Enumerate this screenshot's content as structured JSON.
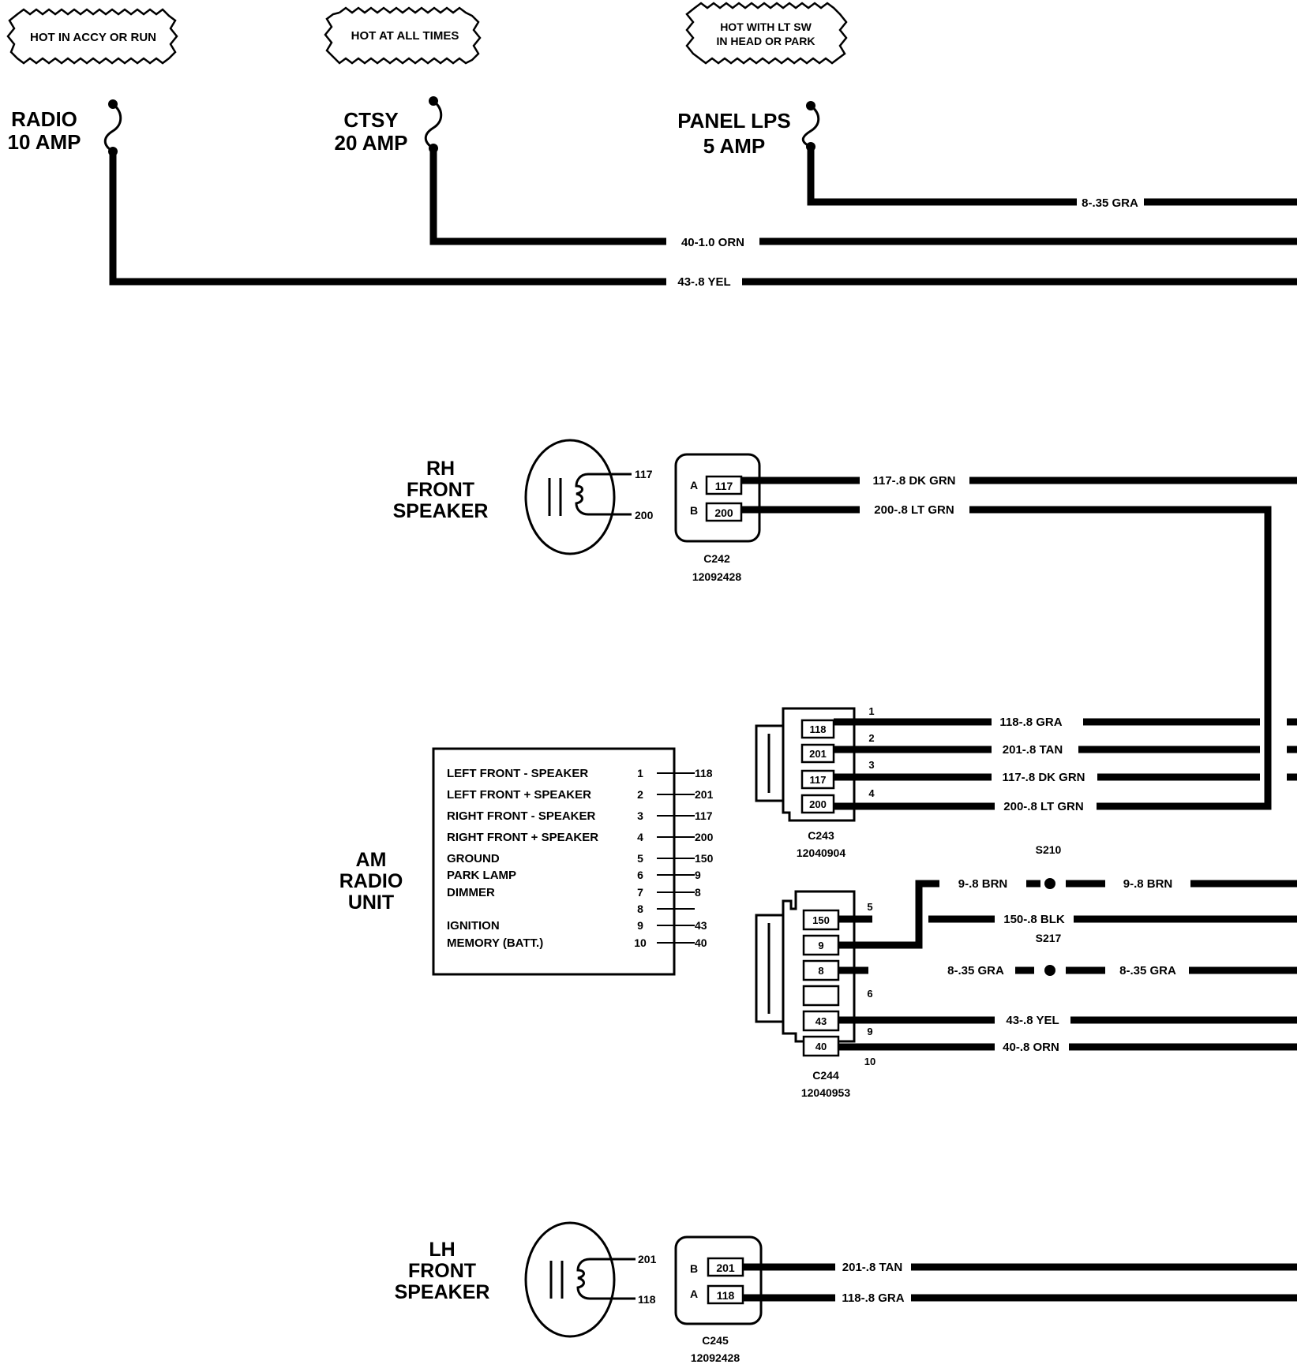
{
  "fuses": {
    "radio": {
      "line1": "RADIO",
      "line2": "10 AMP",
      "power": "HOT IN ACCY OR RUN"
    },
    "ctsy": {
      "line1": "CTSY",
      "line2": "20 AMP",
      "power": "HOT AT ALL TIMES"
    },
    "panel": {
      "line1": "PANEL LPS",
      "line2": "5 AMP",
      "power1": "HOT WITH LT SW",
      "power2": "IN HEAD OR PARK"
    }
  },
  "wires": {
    "w8_gra": "8-.35 GRA",
    "w40_orn": "40-1.0 ORN",
    "w43_yel": "43-.8 YEL",
    "w117_dkgrn": "117-.8 DK GRN",
    "w200_ltgrn": "200-.8 LT GRN",
    "w118_gra": "118-.8 GRA",
    "w201_tan": "201-.8 TAN",
    "w9_brn": "9-.8 BRN",
    "w150_blk": "150-.8 BLK",
    "w8_gra_c244": "8-.35 GRA",
    "w43_yel_c244": "43-.8 YEL",
    "w40_orn_c244": "40-.8 ORN"
  },
  "splices": {
    "s210": "S210",
    "s217": "S217"
  },
  "rh_speaker": {
    "line1": "RH",
    "line2": "FRONT",
    "line3": "SPEAKER",
    "term_top": "117",
    "term_bottom": "200"
  },
  "lh_speaker": {
    "line1": "LH",
    "line2": "FRONT",
    "line3": "SPEAKER",
    "term_top": "201",
    "term_bottom": "118"
  },
  "c242": {
    "name": "C242",
    "part": "12092428",
    "pins": [
      {
        "letter": "A",
        "circuit": "117"
      },
      {
        "letter": "B",
        "circuit": "200"
      }
    ]
  },
  "c245": {
    "name": "C245",
    "part": "12092428",
    "pins": [
      {
        "letter": "B",
        "circuit": "201"
      },
      {
        "letter": "A",
        "circuit": "118"
      }
    ]
  },
  "c243": {
    "name": "C243",
    "part": "12040904",
    "circuits": [
      "118",
      "201",
      "117",
      "200"
    ],
    "pins": [
      "1",
      "2",
      "3",
      "4"
    ]
  },
  "c244": {
    "name": "C244",
    "part": "12040953",
    "circuits": [
      "150",
      "9",
      "8",
      "",
      "43",
      "40"
    ],
    "pins": [
      "5",
      "6",
      "9",
      "10"
    ]
  },
  "radio_unit": {
    "line1": "AM",
    "line2": "RADIO",
    "line3": "UNIT",
    "rows": [
      {
        "label": "LEFT FRONT - SPEAKER",
        "pin": "1",
        "circuit": "118"
      },
      {
        "label": "LEFT FRONT + SPEAKER",
        "pin": "2",
        "circuit": "201"
      },
      {
        "label": "RIGHT FRONT - SPEAKER",
        "pin": "3",
        "circuit": "117"
      },
      {
        "label": "RIGHT FRONT + SPEAKER",
        "pin": "4",
        "circuit": "200"
      },
      {
        "label": "GROUND",
        "pin": "5",
        "circuit": "150"
      },
      {
        "label": "PARK LAMP",
        "pin": "6",
        "circuit": "9"
      },
      {
        "label": "DIMMER",
        "pin": "7",
        "circuit": "8"
      },
      {
        "label": "",
        "pin": "8",
        "circuit": ""
      },
      {
        "label": "IGNITION",
        "pin": "9",
        "circuit": "43"
      },
      {
        "label": "MEMORY (BATT.)",
        "pin": "10",
        "circuit": "40"
      }
    ]
  }
}
